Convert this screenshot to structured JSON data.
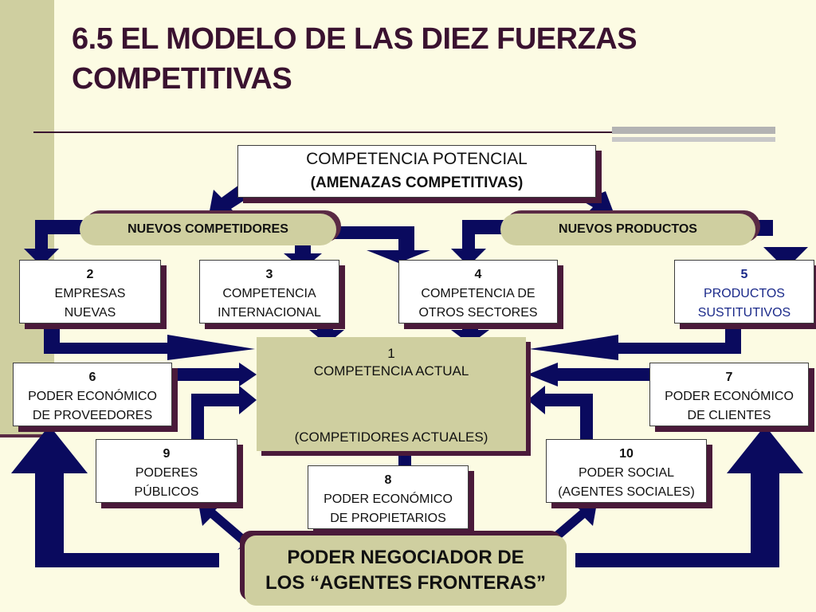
{
  "title": "6.5 EL MODELO DE LAS DIEZ FUERZAS COMPETITIVAS",
  "potential": {
    "line1": "COMPETENCIA POTENCIAL",
    "line2": "(AMENAZAS COMPETITIVAS)"
  },
  "pills": {
    "left": "NUEVOS COMPETIDORES",
    "right": "NUEVOS PRODUCTOS"
  },
  "boxes": {
    "b2": {
      "num": "2",
      "label": "EMPRESAS\nNUEVAS"
    },
    "b3": {
      "num": "3",
      "label": "COMPETENCIA\nINTERNACIONAL"
    },
    "b4": {
      "num": "4",
      "label": "COMPETENCIA DE\nOTROS SECTORES"
    },
    "b5": {
      "num": "5",
      "label": "PRODUCTOS\nSUSTITUTIVOS"
    },
    "b6": {
      "num": "6",
      "label": "PODER ECONÓMICO\nDE PROVEEDORES"
    },
    "b7": {
      "num": "7",
      "label": "PODER ECONÓMICO\nDE CLIENTES"
    },
    "b8": {
      "num": "8",
      "label": "PODER ECONÓMICO\nDE PROPIETARIOS"
    },
    "b9": {
      "num": "9",
      "label": "PODERES\nPÚBLICOS"
    },
    "b10": {
      "num": "10",
      "label": "PODER SOCIAL\n(AGENTES SOCIALES)"
    }
  },
  "center": {
    "num": "1",
    "label": "COMPETENCIA ACTUAL",
    "sub": "(COMPETIDORES ACTUALES)"
  },
  "bottom": {
    "line1": "PODER NEGOCIADOR DE",
    "line2": "LOS “AGENTES FRONTERAS”"
  },
  "colors": {
    "arrow": "#0a0a5e",
    "shadow": "#4a1a3a",
    "khaki": "#cfcfa0",
    "background": "#fcfbe3"
  }
}
